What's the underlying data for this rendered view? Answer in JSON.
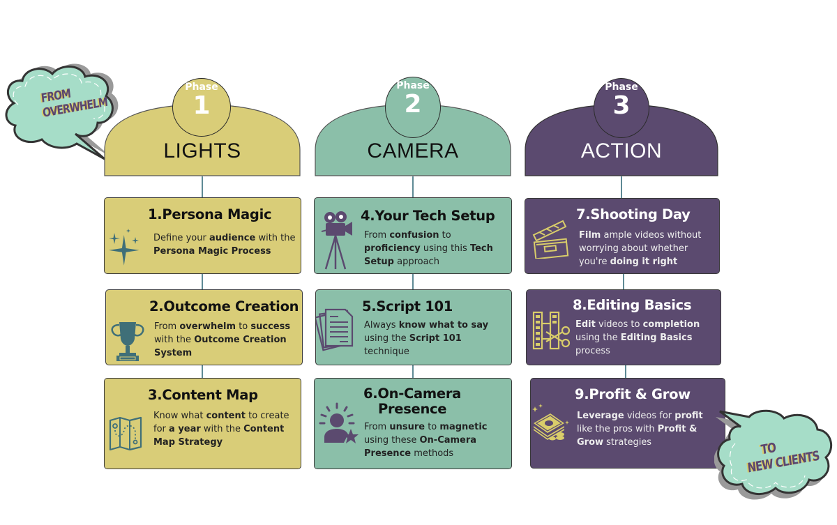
{
  "colors": {
    "phase1": "#d9cd78",
    "phase2": "#8bbfa9",
    "phase3": "#5b4a6f",
    "connector": "#5e8a95",
    "bubble": "#a6ddc8",
    "bubble_text": "#5a4670",
    "bubble_text_shadow": "#d9cd6a"
  },
  "bubbles": {
    "start": {
      "line1": "FROM",
      "line2": "OVERWHELM"
    },
    "end": {
      "line1": "TO",
      "line2": "NEW CLIENTS"
    }
  },
  "phases": [
    {
      "label": "Phase",
      "number": "1",
      "title": "LIGHTS",
      "steps": [
        {
          "title": "1.Persona Magic",
          "icon": "sparkles-icon",
          "desc": [
            {
              "t": "Define your "
            },
            {
              "t": "audience",
              "b": true
            },
            {
              "t": " with the "
            },
            {
              "t": "Persona Magic Process",
              "b": true
            }
          ]
        },
        {
          "title": "2.Outcome Creation",
          "icon": "trophy-icon",
          "desc": [
            {
              "t": "From "
            },
            {
              "t": "overwhelm",
              "b": true
            },
            {
              "t": " to "
            },
            {
              "t": "success",
              "b": true
            },
            {
              "t": " with the "
            },
            {
              "t": "Outcome Creation System",
              "b": true
            }
          ]
        },
        {
          "title": "3.Content Map",
          "icon": "map-icon",
          "desc": [
            {
              "t": "Know what "
            },
            {
              "t": "content",
              "b": true
            },
            {
              "t": " to create for "
            },
            {
              "t": "a year",
              "b": true
            },
            {
              "t": " with the "
            },
            {
              "t": "Content Map Strategy",
              "b": true
            }
          ]
        }
      ]
    },
    {
      "label": "Phase",
      "number": "2",
      "title": "CAMERA",
      "steps": [
        {
          "title": "4.Your Tech Setup",
          "icon": "video-camera-icon",
          "desc": [
            {
              "t": "From "
            },
            {
              "t": "confusion",
              "b": true
            },
            {
              "t": " to "
            },
            {
              "t": "proficiency",
              "b": true
            },
            {
              "t": " using this "
            },
            {
              "t": "Tech Setup",
              "b": true
            },
            {
              "t": " approach"
            }
          ]
        },
        {
          "title": "5.Script 101",
          "icon": "document-icon",
          "desc": [
            {
              "t": "Always "
            },
            {
              "t": "know what to say",
              "b": true
            },
            {
              "t": " using the "
            },
            {
              "t": "Script 101",
              "b": true
            },
            {
              "t": " technique"
            }
          ]
        },
        {
          "title": "6.On-Camera",
          "title2": "Presence",
          "icon": "star-person-icon",
          "desc": [
            {
              "t": "From "
            },
            {
              "t": "unsure",
              "b": true
            },
            {
              "t": " to "
            },
            {
              "t": "magnetic",
              "b": true
            },
            {
              "t": " using these "
            },
            {
              "t": "On-Camera Presence",
              "b": true
            },
            {
              "t": " methods"
            }
          ]
        }
      ]
    },
    {
      "label": "Phase",
      "number": "3",
      "title": "ACTION",
      "steps": [
        {
          "title": "7.Shooting Day",
          "icon": "clapperboard-icon",
          "desc": [
            {
              "t": "Film",
              "b": true
            },
            {
              "t": " ample videos without worrying about whether you're "
            },
            {
              "t": "doing it right",
              "b": true
            }
          ]
        },
        {
          "title": "8.Editing Basics",
          "icon": "film-scissors-icon",
          "desc": [
            {
              "t": "Edit",
              "b": true
            },
            {
              "t": " videos to "
            },
            {
              "t": "completion",
              "b": true
            },
            {
              "t": " using the "
            },
            {
              "t": "Editing Basics",
              "b": true
            },
            {
              "t": " process"
            }
          ]
        },
        {
          "title": "9.Profit & Grow",
          "icon": "money-icon",
          "desc": [
            {
              "t": "Leverage",
              "b": true
            },
            {
              "t": " videos for "
            },
            {
              "t": "profit",
              "b": true
            },
            {
              "t": " like the pros with "
            },
            {
              "t": "Profit & Grow",
              "b": true
            },
            {
              "t": " strategies"
            }
          ]
        }
      ]
    }
  ]
}
